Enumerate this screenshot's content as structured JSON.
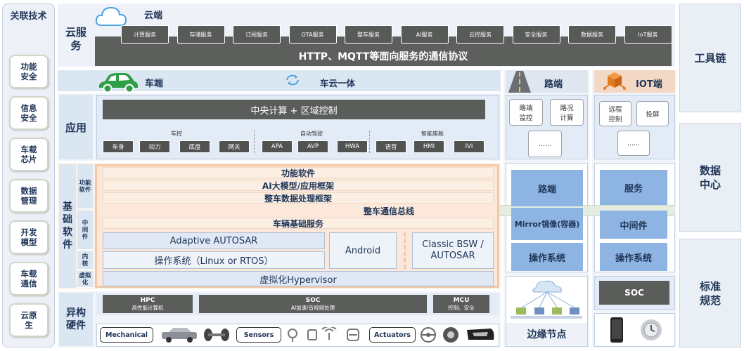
{
  "left": {
    "title": "关联技术",
    "items": [
      "功能\n安全",
      "信息\n安全",
      "车载\n芯片",
      "数据\n管理",
      "开发\n模型",
      "车载\n通信",
      "云原\n生"
    ]
  },
  "right": {
    "items": [
      "工具链",
      "数据\n中心",
      "标准\n规范"
    ]
  },
  "cloud": {
    "label": "云服\n务",
    "title": "云端",
    "services": [
      "计算服务",
      "存储服务",
      "订阅服务",
      "OTA服务",
      "整车服务",
      "AI服务",
      "云控服务",
      "安全服务",
      "数据服务",
      "IoT服务"
    ],
    "protocol": "HTTP、MQTT等面向服务的通信协议"
  },
  "vehicle": {
    "title": "车端",
    "center": "车云一体",
    "app_label": "应用",
    "central": "中央计算 + 区域控制",
    "groups": [
      {
        "name": "车控",
        "items": [
          "车身",
          "动力",
          "底盘",
          "网关"
        ]
      },
      {
        "name": "自动驾驶",
        "items": [
          "APA",
          "AVP",
          "HWA"
        ]
      },
      {
        "name": "智能座舱",
        "items": [
          "语音",
          "HMI",
          "IVI"
        ]
      }
    ],
    "base_label": "基础\n软件",
    "sub_labels": [
      "功能\n软件",
      "中\n间\n件",
      "内\n核",
      "虚拟\n化"
    ],
    "stack": [
      "功能软件",
      "AI大模型/应用框架",
      "整车数据处理框架",
      "整车通信总线",
      "车辆基础服务"
    ],
    "adaptive": "Adaptive AUTOSAR",
    "os": "操作系统（Linux or RTOS）",
    "android": "Android",
    "classic": "Classic BSW /\nAUTOSAR",
    "hypervisor": "虚拟化Hypervisor",
    "hw_label": "异构\n硬件",
    "hw": [
      {
        "t": "HPC",
        "s": "高性能计算机"
      },
      {
        "t": "SOC",
        "s": "AI加速/音视频处理"
      },
      {
        "t": "MCU",
        "s": "控制、安全"
      }
    ],
    "physical": [
      "Mechanical",
      "Sensors",
      "Actuators"
    ]
  },
  "road": {
    "title": "路端",
    "apps": [
      "路端\n监控",
      "路况\n计算",
      "......"
    ],
    "blocks": [
      "路端",
      "Mirror镜像(容器)",
      "操作系统"
    ],
    "edge": "边缘节点"
  },
  "iot": {
    "title": "IOT端",
    "apps": [
      "远程\n控制",
      "投屏",
      "......"
    ],
    "blocks": [
      "服务",
      "中间件",
      "操作系统"
    ],
    "soc": "SOC"
  },
  "colors": {
    "dark": "#505350",
    "band": "#dbe6f3",
    "orange": "#f4d8c6",
    "green": "#2e9e47"
  }
}
